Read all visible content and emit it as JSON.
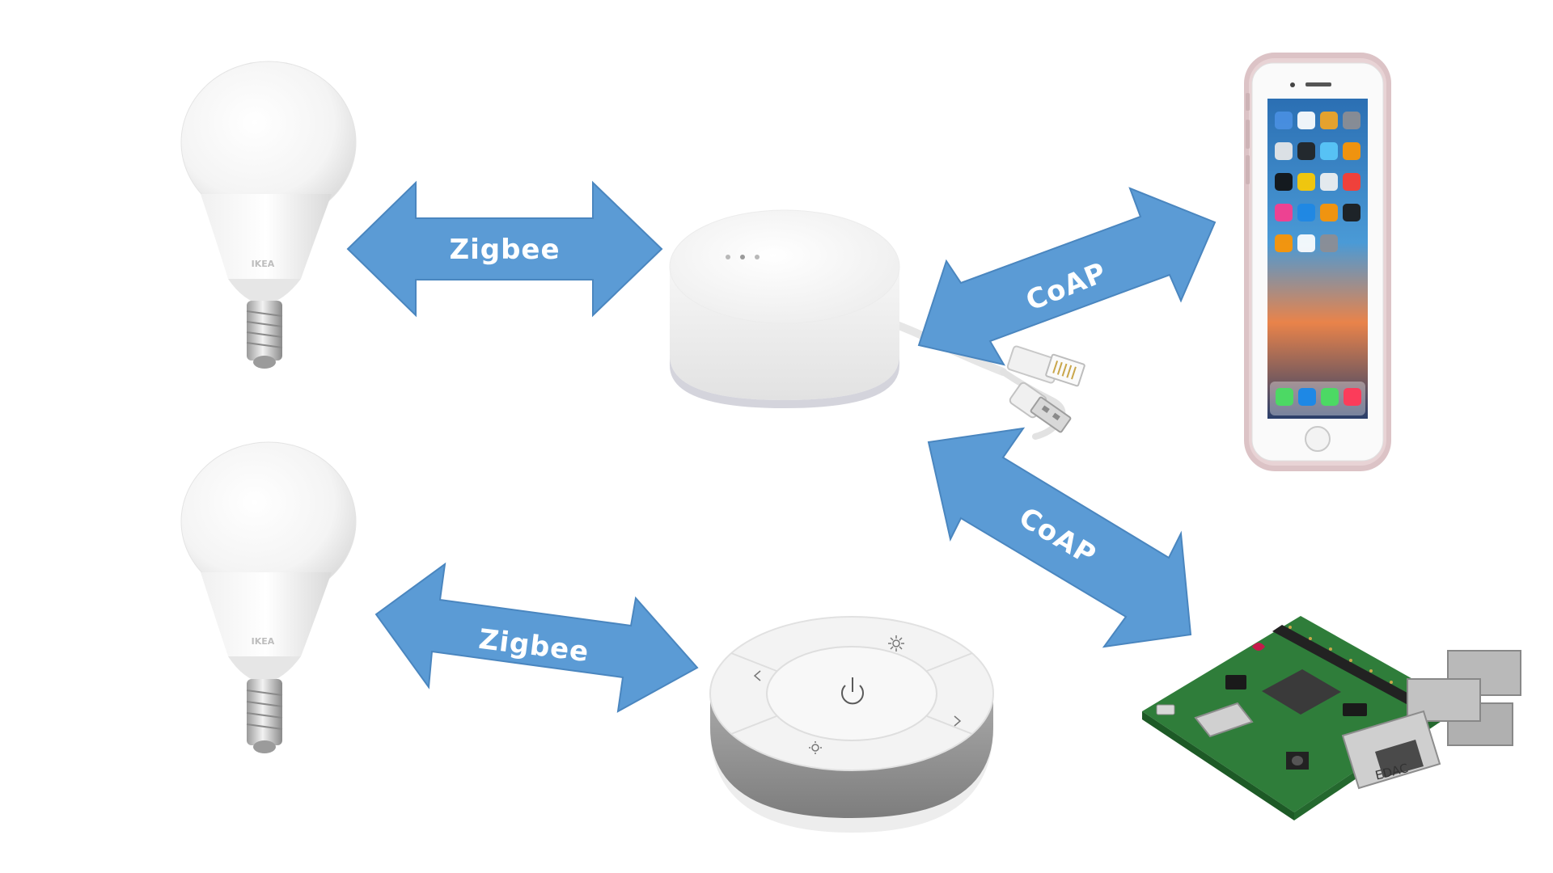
{
  "labels": {
    "zigbee_top": "Zigbee",
    "zigbee_bottom": "Zigbee",
    "coap_phone": "CoAP",
    "coap_pi": "CoAP"
  },
  "logos": {
    "bulb_brand": "IKEA",
    "pi_chip": "EDAC"
  },
  "colors": {
    "arrow": "#5b9bd5",
    "arrow_stroke": "#4a86bf",
    "label": "#ffffff",
    "phone_case": "#dcc3c6",
    "pcb": "#2f7d3a"
  }
}
